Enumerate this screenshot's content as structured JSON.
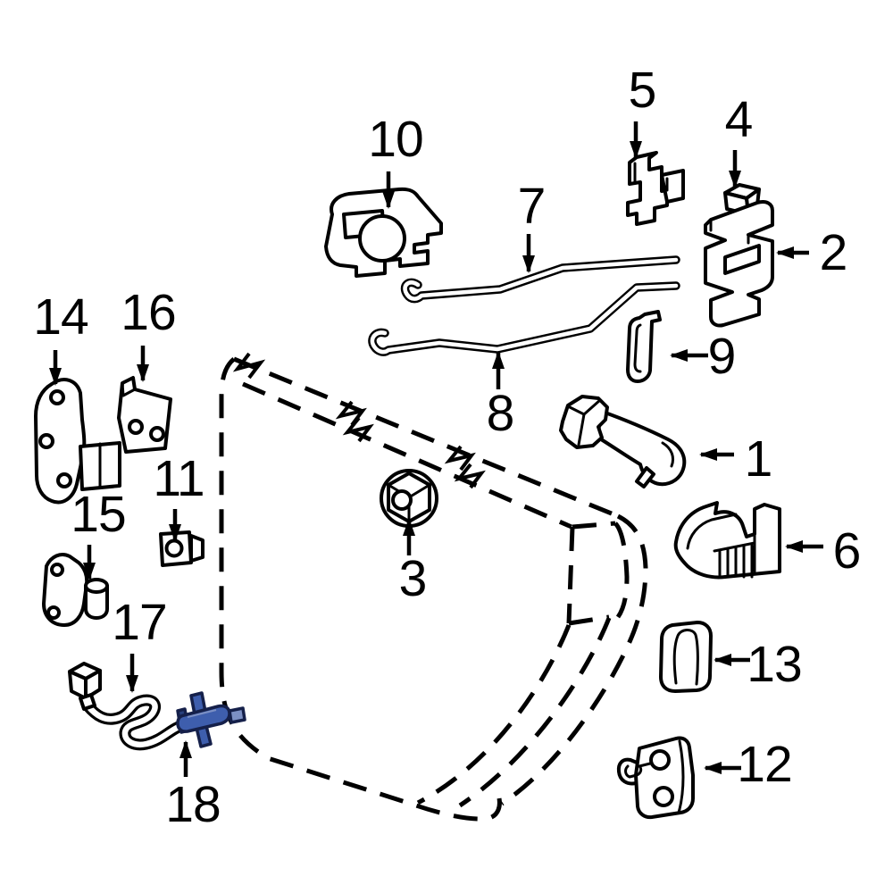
{
  "figure": {
    "kind": "exploded-parts-diagram",
    "highlighted_callout": "18"
  },
  "callouts": [
    {
      "label": "1"
    },
    {
      "label": "2"
    },
    {
      "label": "3"
    },
    {
      "label": "4"
    },
    {
      "label": "5"
    },
    {
      "label": "6"
    },
    {
      "label": "7"
    },
    {
      "label": "8"
    },
    {
      "label": "9"
    },
    {
      "label": "10"
    },
    {
      "label": "11"
    },
    {
      "label": "12"
    },
    {
      "label": "13"
    },
    {
      "label": "14"
    },
    {
      "label": "15"
    },
    {
      "label": "16"
    },
    {
      "label": "17"
    },
    {
      "label": "18"
    }
  ],
  "colors": {
    "background": "#ffffff",
    "line": "#000000",
    "highlight_fill": "#3E5EAD",
    "highlight_dark": "#27407E",
    "highlight_light": "#7C90C4",
    "highlight_outline": "#15204A"
  }
}
